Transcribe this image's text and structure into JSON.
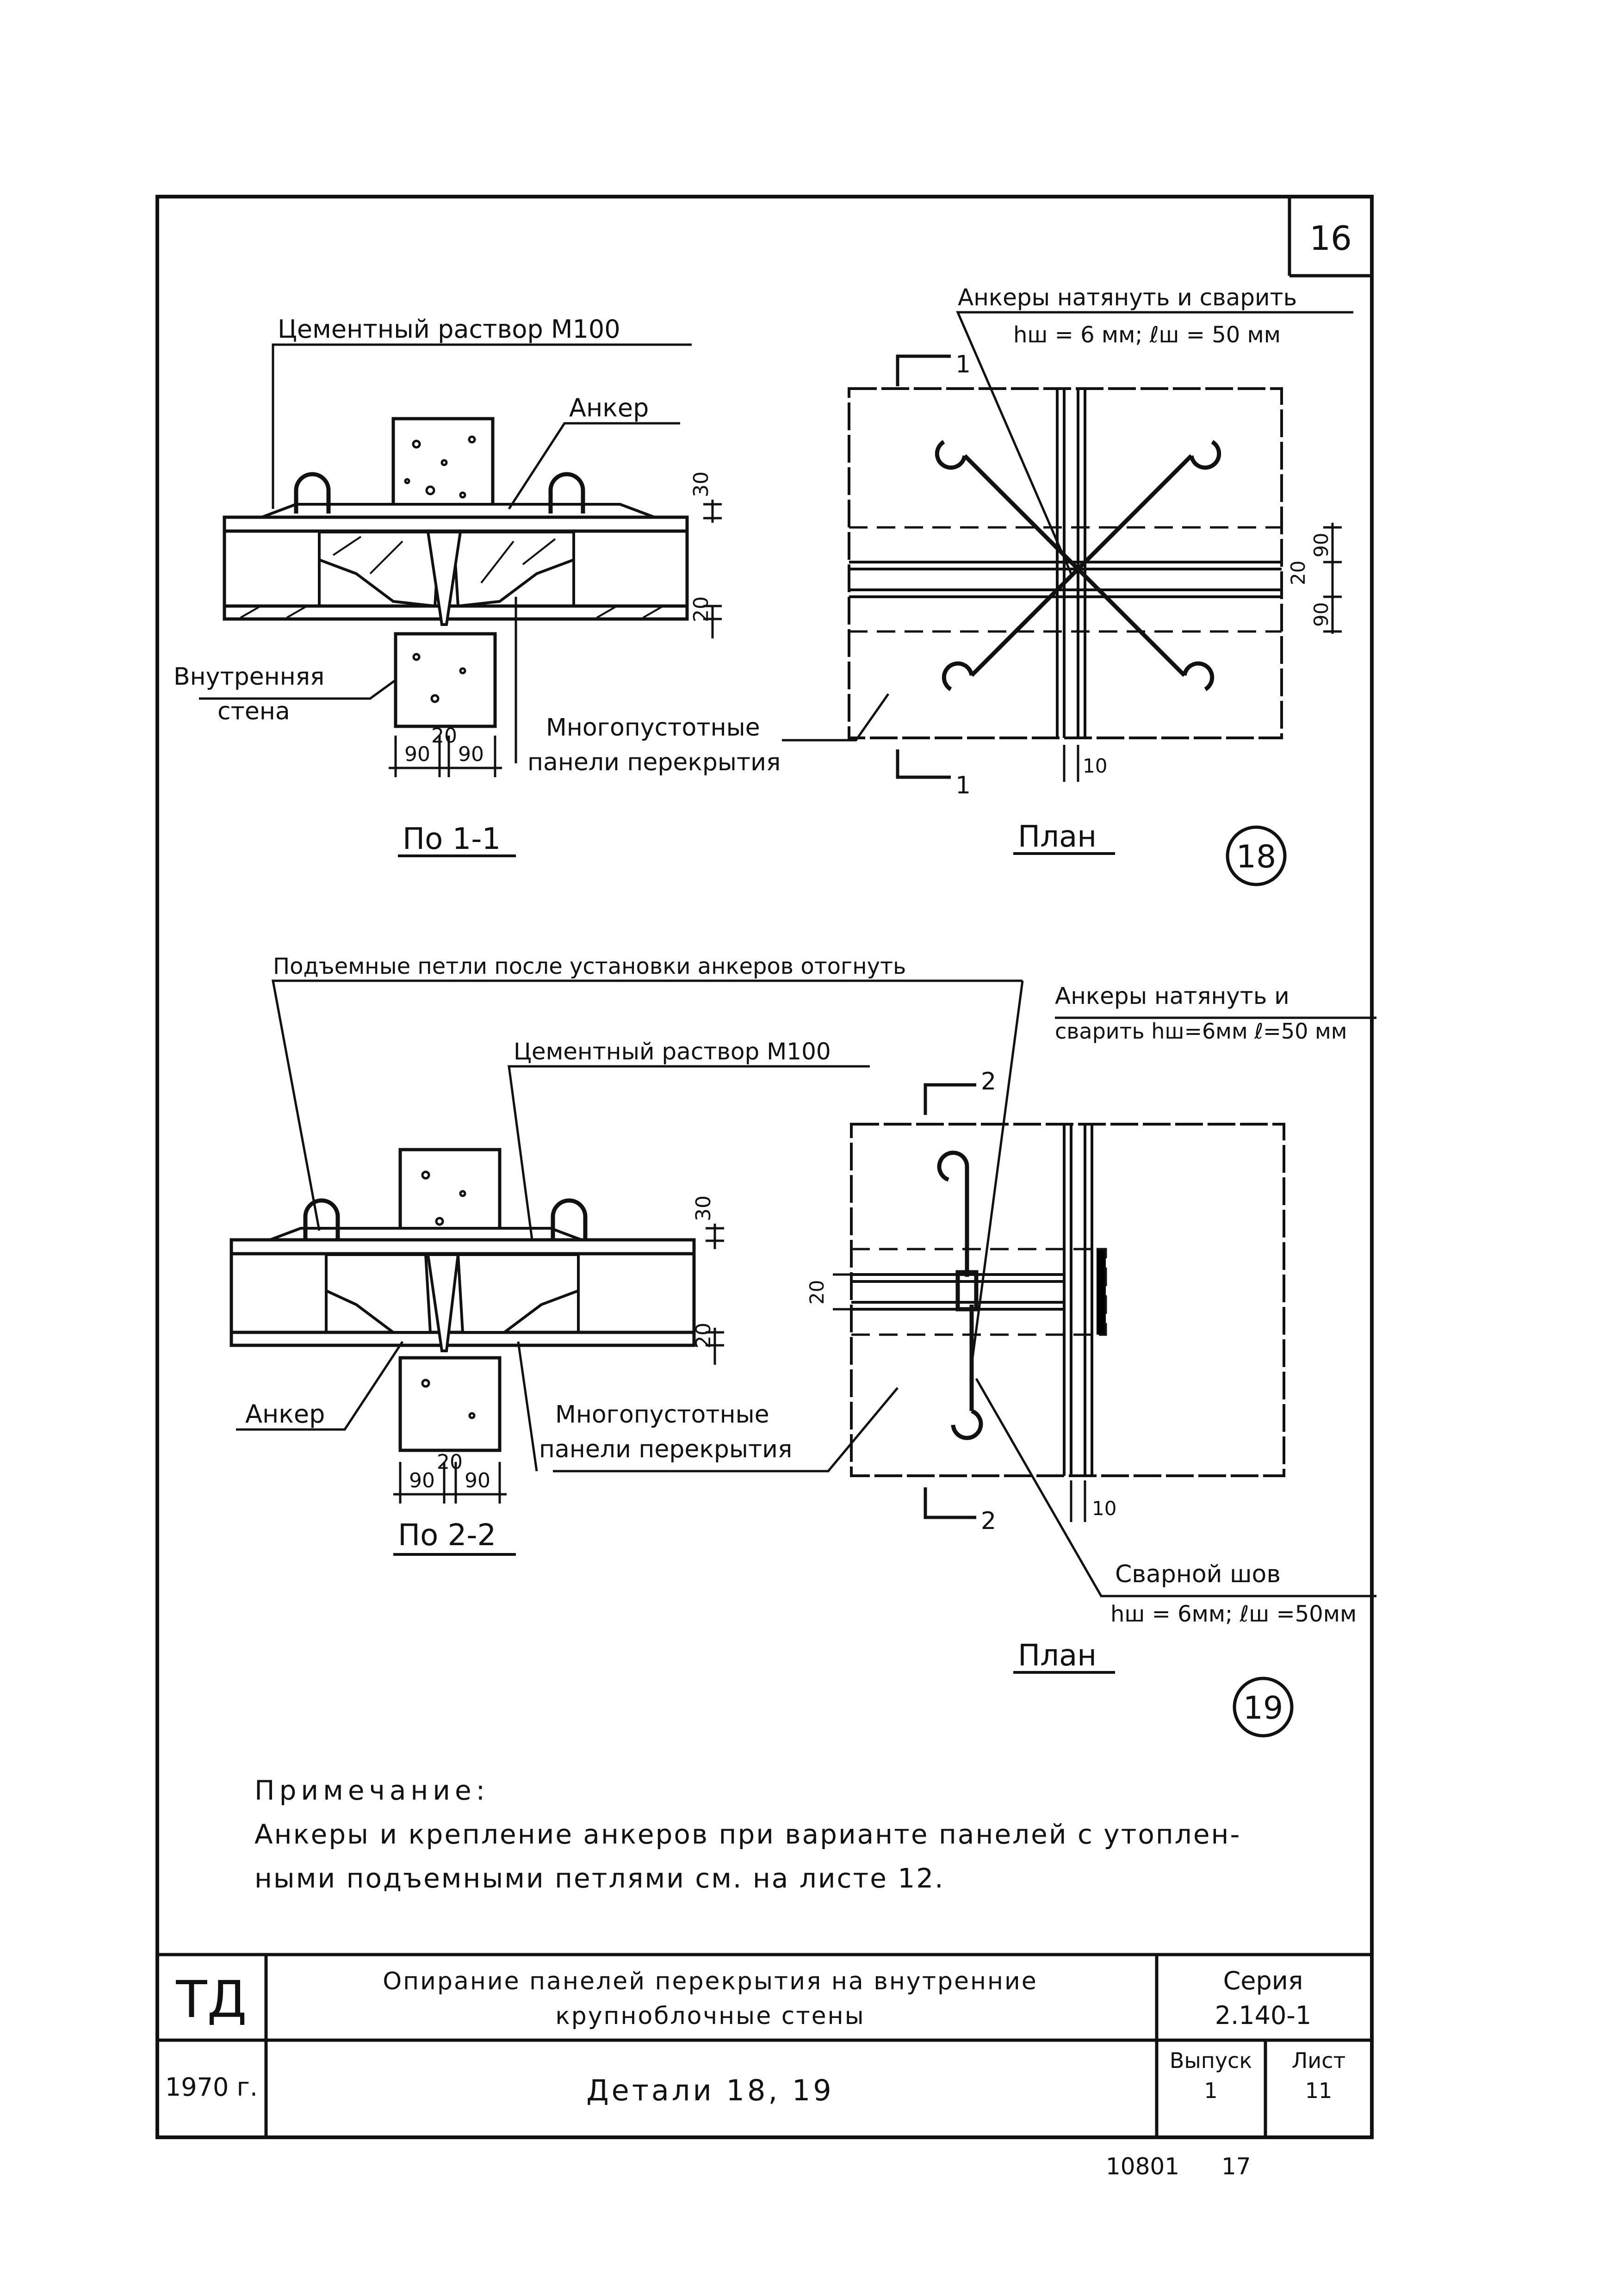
{
  "sheet": {
    "number": "16",
    "footer_left": "10801",
    "footer_right": "17"
  },
  "detail18": {
    "section": {
      "mortar": "Цементный раствор М100",
      "anchor": "Анкер",
      "wall_line1": "Внутренняя",
      "wall_line2": "стена",
      "panels_line1": "Многопустотные",
      "panels_line2": "панели перекрытия",
      "dim_30": "30",
      "dim_20_right": "20",
      "dim_20_bottom": "20",
      "dim_90_left": "90",
      "dim_90_right": "90",
      "title": "По 1-1"
    },
    "plan": {
      "note_line1": "Анкеры натянуть и сварить",
      "note_line2": "hш = 6 мм;  ℓш = 50 мм",
      "cut_top": "1",
      "cut_bottom": "1",
      "dim_20": "20",
      "dim_90_top": "90",
      "dim_90_bottom": "90",
      "dim_10": "10",
      "title": "План"
    },
    "number": "18"
  },
  "detail19": {
    "section": {
      "loops_note": "Подъемные петли после установки анкеров отогнуть",
      "mortar": "Цементный раствор М100",
      "anchor": "Анкер",
      "panels_line1": "Многопустотные",
      "panels_line2": "панели перекрытия",
      "dim_30": "30",
      "dim_20_right": "20",
      "dim_20_bottom": "20",
      "dim_90_left": "90",
      "dim_90_right": "90",
      "title": "По 2-2"
    },
    "plan": {
      "note_line1": "Анкеры натянуть и",
      "note_line2": "сварить hш=6мм ℓ=50 мм",
      "cut_top": "2",
      "cut_bottom": "2",
      "dim_20": "20",
      "dim_10": "10",
      "weld_line1": "Сварной шов",
      "weld_line2": "hш = 6мм; ℓш =50мм",
      "title": "План"
    },
    "number": "19"
  },
  "note": {
    "heading": "Примечание:",
    "line1": "Анкеры и крепление анкеров при варианте панелей с утоплен-",
    "line2": "ными подъемными петлями см. на листе 12."
  },
  "title_block": {
    "logo": "ТД",
    "year": "1970 г.",
    "title_line1": "Опирание панелей перекрытия на внутренние",
    "title_line2": "крупноблочные стены",
    "subtitle": "Детали  18, 19",
    "series_label": "Серия",
    "series_value": "2.140-1",
    "issue_label": "Выпуск",
    "issue_value": "1",
    "sheet_label": "Лист",
    "sheet_value": "11"
  }
}
